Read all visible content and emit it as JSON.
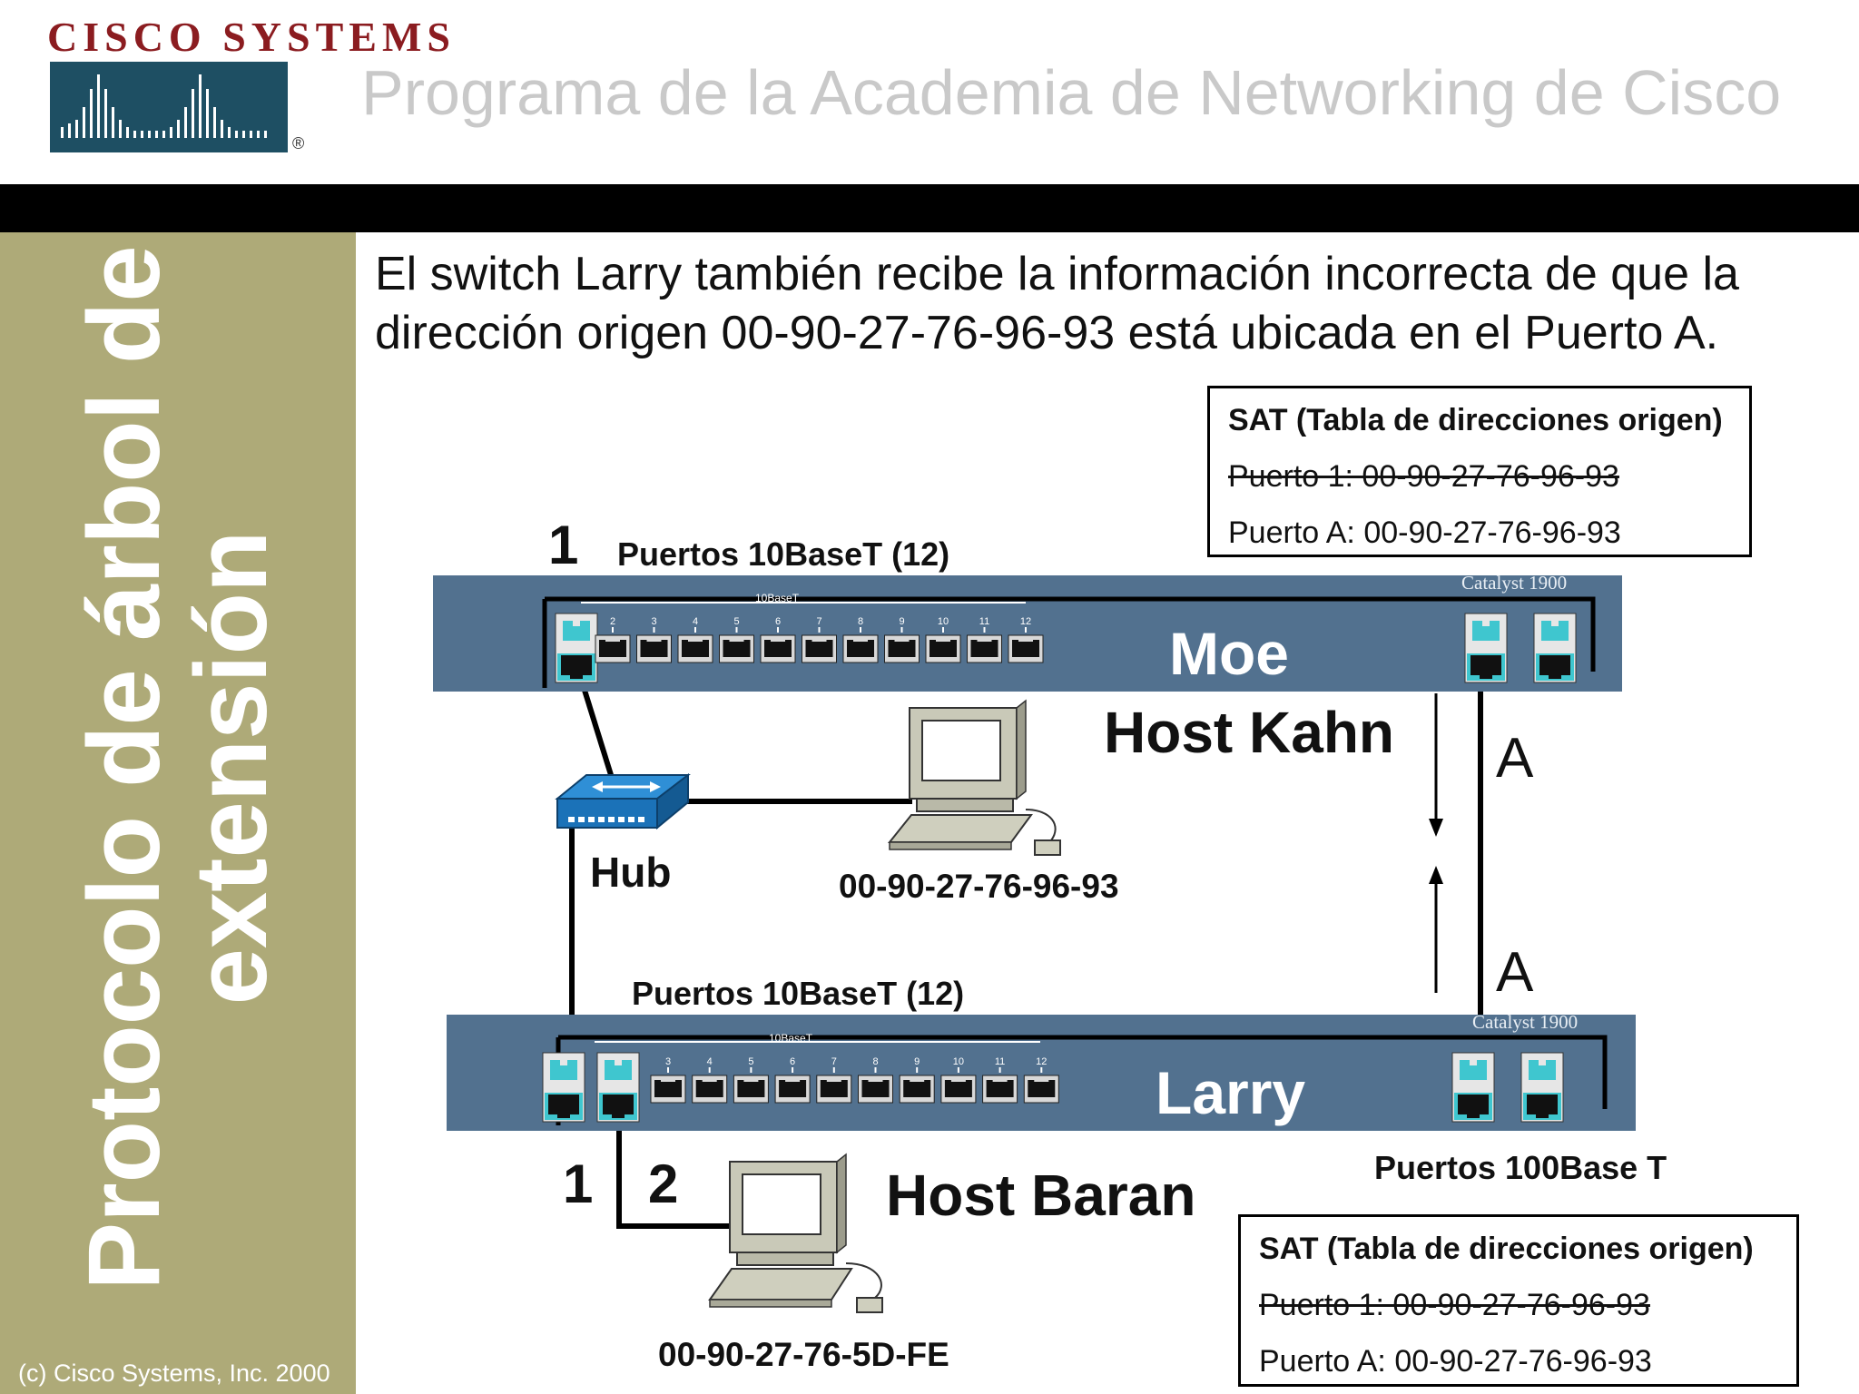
{
  "header": {
    "logo_text": "CISCO SYSTEMS",
    "title": "Programa de la Academia de Networking de Cisco"
  },
  "sidebar": {
    "title_line1": "Protocolo de árbol de",
    "title_line2": "extensión",
    "copyright": "(c) Cisco Systems, Inc. 2000"
  },
  "main": {
    "text_line1": "El switch Larry también recibe la información incorrecta de que la",
    "text_line2": "dirección origen 00-90-27-76-96-93 está ubicada en el Puerto A."
  },
  "sat_top": {
    "title": "SAT (Tabla de direcciones origen)",
    "entry_struck": "Puerto 1: 00-90-27-76-96-93",
    "entry": "Puerto A: 00-90-27-76-96-93"
  },
  "sat_bottom": {
    "title": "SAT (Tabla de direcciones origen)",
    "entry_struck": "Puerto 1: 00-90-27-76-96-93",
    "entry": "Puerto A: 00-90-27-76-96-93"
  },
  "switch_moe": {
    "name": "Moe",
    "model": "Catalyst 1900",
    "port_group_label": "10BaseT",
    "ports_label": "Puertos 10BaseT (12)",
    "port_number_label": "1",
    "uplink_label": "A",
    "port_numbers": [
      "2",
      "3",
      "4",
      "5",
      "6",
      "7",
      "8",
      "9",
      "10",
      "11",
      "12"
    ]
  },
  "switch_larry": {
    "name": "Larry",
    "model": "Catalyst 1900",
    "port_group_label": "10BaseT",
    "ports_label": "Puertos 10BaseT (12)",
    "uplink_label": "A",
    "fast_ports_label": "Puertos 100Base T",
    "port_numbers": [
      "3",
      "4",
      "5",
      "6",
      "7",
      "8",
      "9",
      "10",
      "11",
      "12"
    ]
  },
  "hub": {
    "label": "Hub"
  },
  "host_kahn": {
    "label": "Host Kahn",
    "mac": "00-90-27-76-96-93"
  },
  "host_baran": {
    "label": "Host Baran",
    "mac": "00-90-27-76-5D-FE",
    "port1_label": "1",
    "port2_label": "2"
  },
  "colors": {
    "switch_body": "#52718f",
    "switch_panel": "#3f5f7f",
    "port_accent": "#3fc6cf",
    "sidebar": "#aeaa78",
    "logo_bg": "#1e4f63",
    "logo_text": "#8b1c20"
  }
}
